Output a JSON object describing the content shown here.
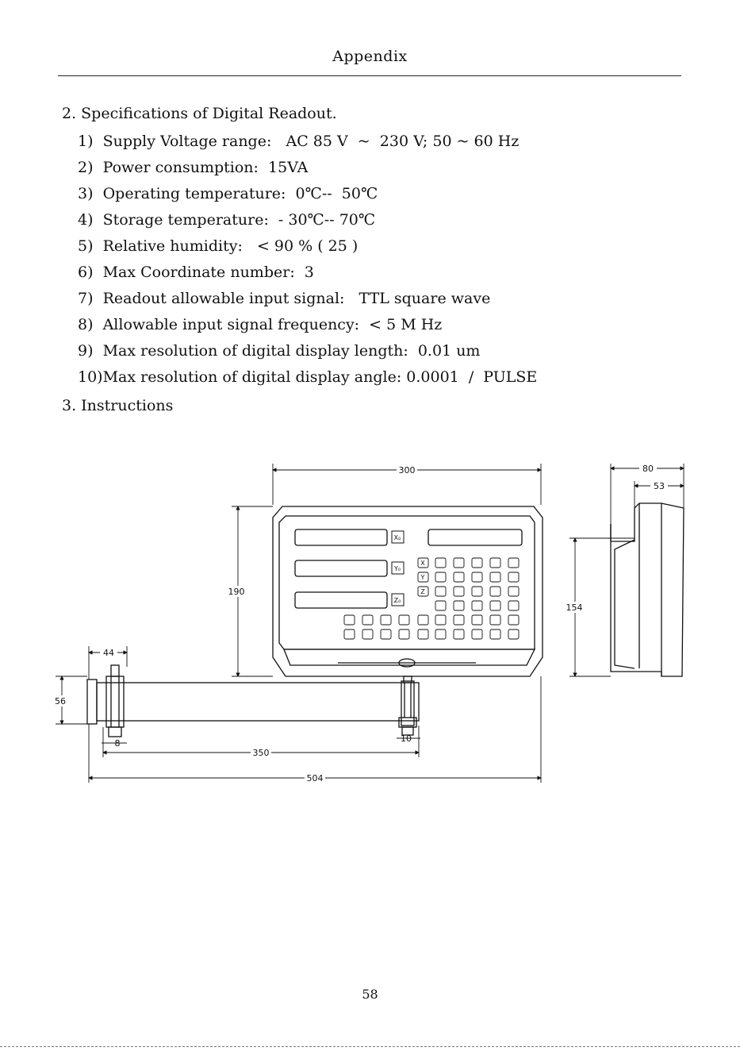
{
  "header": {
    "title": "Appendix"
  },
  "section_specs": {
    "heading": "2. Specifications of Digital Readout.",
    "items": [
      "1)  Supply Voltage range:   AC 85 V  ~  230 V; 50 ~ 60 Hz",
      "2)  Power consumption:  15VA",
      "3)  Operating temperature:  0℃--  50℃",
      "4)  Storage temperature:  - 30℃-- 70℃",
      "5)  Relative humidity:   < 90 % ( 25 )",
      "6)  Max Coordinate number:  3",
      "7)  Readout allowable input signal:   TTL square wave",
      "8)  Allowable input signal frequency:  < 5 M Hz",
      "9)  Max resolution of digital display length:  0.01 um",
      "10)Max resolution of digital display angle: 0.0001  /  PULSE"
    ]
  },
  "section_instructions": {
    "heading": "3. Instructions"
  },
  "drawing": {
    "dimensions": {
      "width_300": "300",
      "height_190": "190",
      "depth_80": "80",
      "depth_53": "53",
      "height_154": "154",
      "arm_44": "44",
      "arm_56": "56",
      "bolt_8": "8",
      "bolt_10": "10",
      "arm_350": "350",
      "total_504": "504"
    },
    "axis_keys": [
      "X",
      "Y",
      "Z"
    ],
    "axis_buttons": [
      "X₀",
      "Y₀",
      "Z₀"
    ]
  },
  "page_number": "58"
}
